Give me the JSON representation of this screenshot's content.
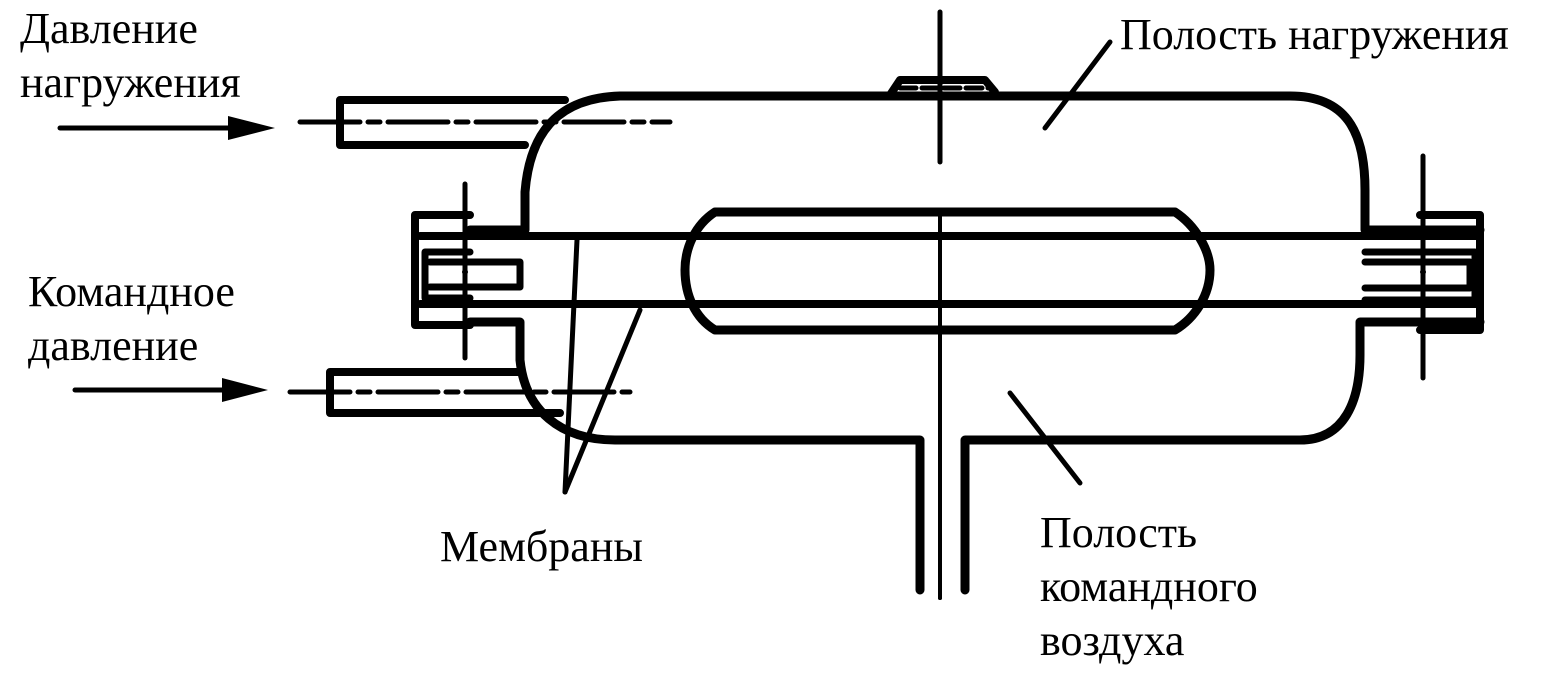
{
  "labels": {
    "load_pressure": [
      "Давление",
      "нагружения"
    ],
    "command_pressure": [
      "Командное",
      "давление"
    ],
    "load_cavity": "Полость нагружения",
    "membranes": "Мембраны",
    "command_air_cavity": [
      "Полость",
      "командного",
      "воздуха"
    ]
  },
  "colors": {
    "ink": "#000000",
    "background": "#ffffff"
  }
}
